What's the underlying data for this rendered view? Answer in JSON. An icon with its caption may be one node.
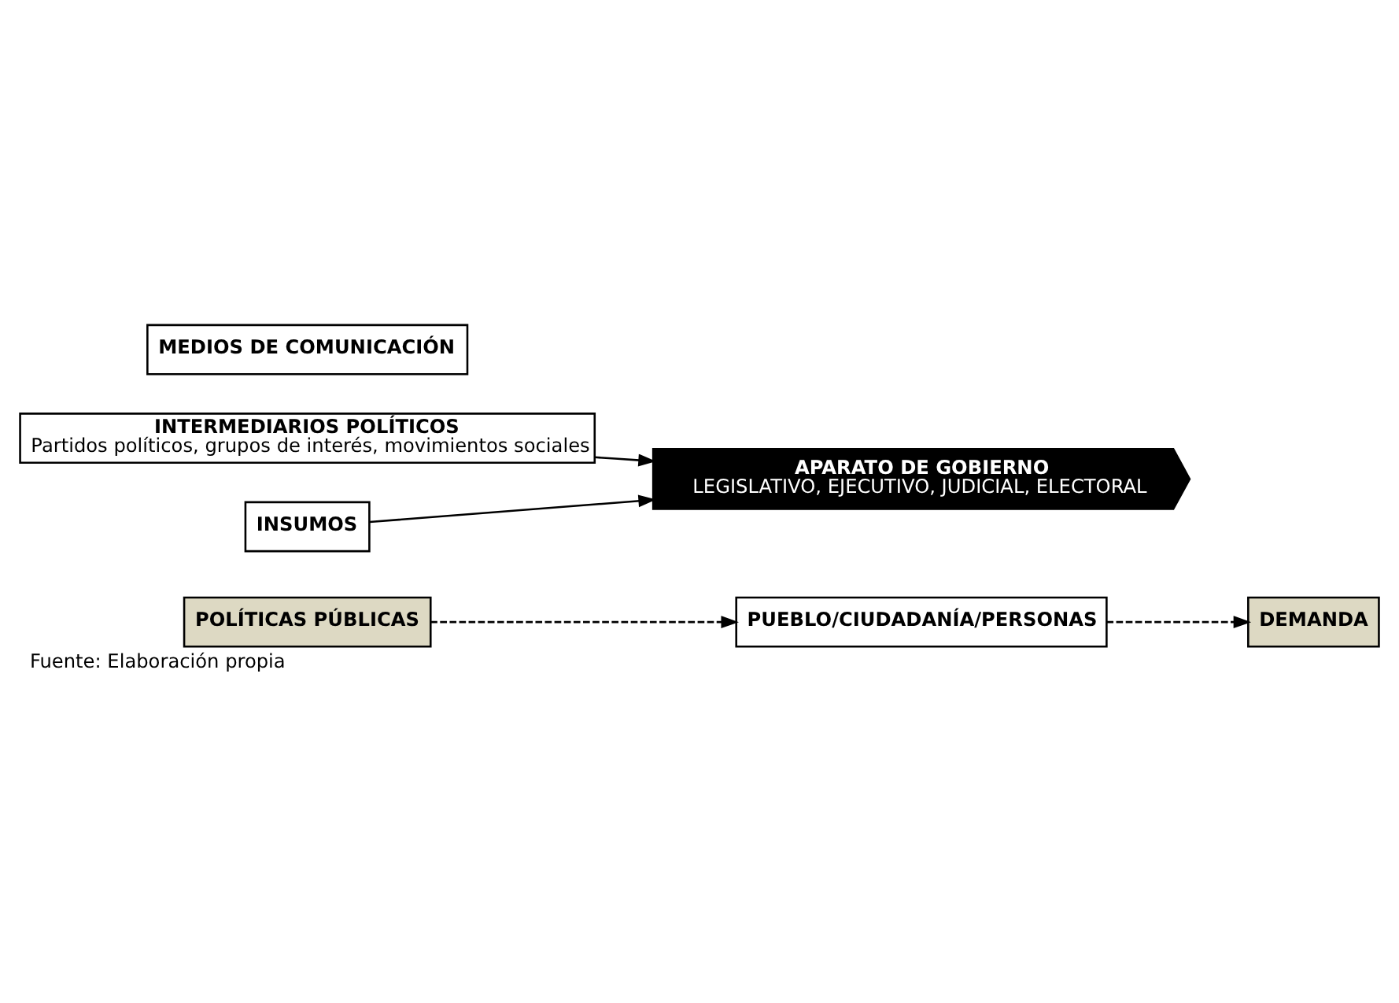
{
  "diagram": {
    "caption": "Fuente: Elaboración propia",
    "nodes": [
      {
        "text": [
          "DEMANDA"
        ]
      },
      {
        "text": [
          "INTERMEDIARIOS POLÍTICOS",
          "Partidos políticos, grupos de interés, movimientos sociales"
        ]
      },
      {
        "text": [
          "INSUMOS"
        ]
      },
      {
        "text": [
          "APARATO DE GOBIERNO",
          "LEGISLATIVO, EJECUTIVO, JUDICIAL, ELECTORAL"
        ]
      },
      {
        "text": [
          "POLÍTICAS PÚBLICAS"
        ]
      },
      {
        "text": [
          "MEDIOS DE COMUNICACIÓN"
        ]
      },
      {
        "text": [
          "PUEBLO/CIUDADANÍA/PERSONAS"
        ]
      }
    ],
    "edges": [
      {
        "from": 2,
        "to": 3,
        "arrow": "to"
      },
      {
        "from": 1,
        "to": 3,
        "arrow": "to"
      },
      {
        "from": 4,
        "to": 6,
        "arrow": "to",
        "style": "dashed"
      },
      {
        "from": 6,
        "to": 0,
        "arrow": "to",
        "style": "dashed"
      }
    ]
  }
}
